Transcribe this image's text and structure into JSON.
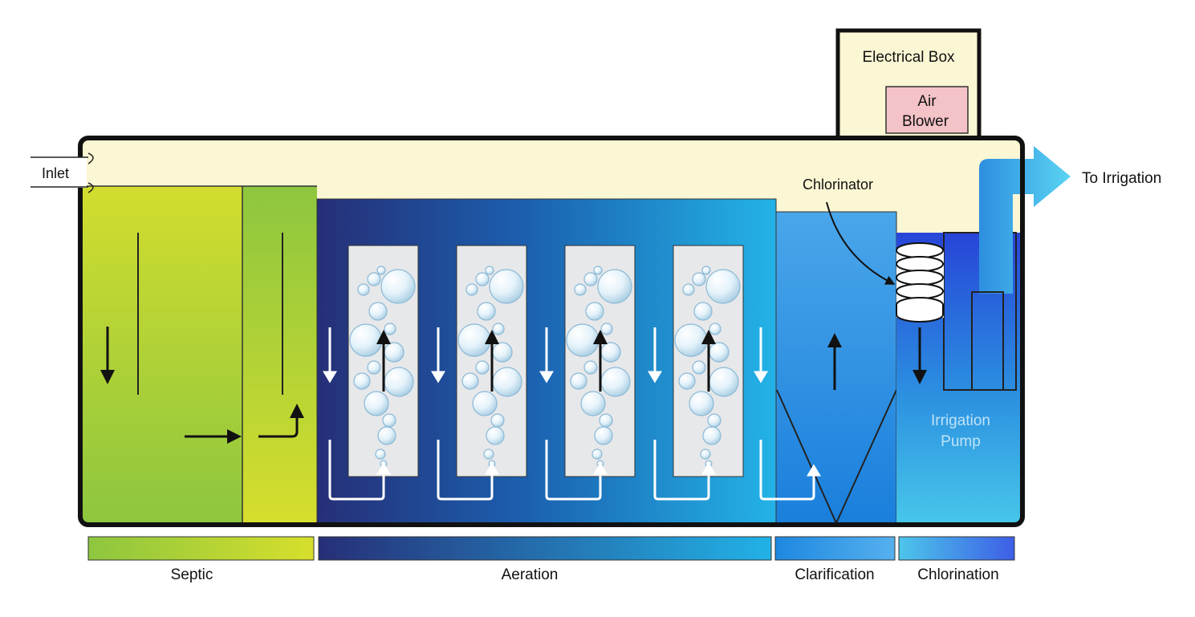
{
  "labels": {
    "inlet": "Inlet",
    "electrical_box": "Electrical Box",
    "air_blower_line1": "Air",
    "air_blower_line2": "Blower",
    "chlorinator": "Chlorinator",
    "to_irrigation": "To Irrigation",
    "irrigation_pump_line1": "Irrigation",
    "irrigation_pump_line2": "Pump"
  },
  "stages": [
    {
      "name": "Septic"
    },
    {
      "name": "Aeration"
    },
    {
      "name": "Clarification"
    },
    {
      "name": "Chlorination"
    }
  ],
  "colors": {
    "outline": "#111111",
    "cream": "#fbf6d3",
    "septic_green": "#93c83b",
    "septic_yellow": "#d2dd2e",
    "aeration_dark": "#262f77",
    "aeration_light": "#23b3e6",
    "clarifier_blue": "#1f8be0",
    "chlorination_blue": "#3d5ee6",
    "pump_label": "#bfe3f8",
    "blower_pink": "#f4c3c7"
  }
}
